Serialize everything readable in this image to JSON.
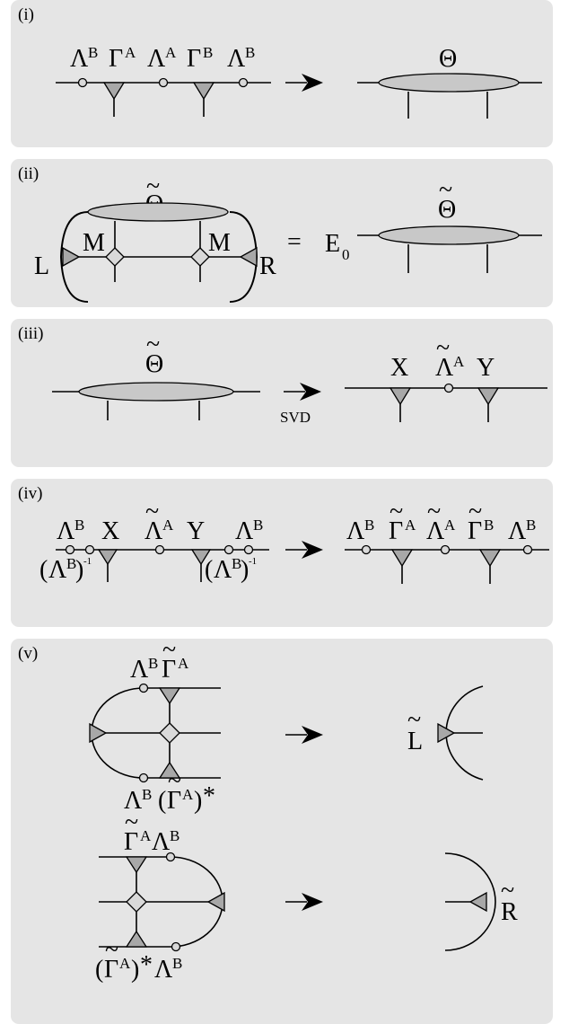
{
  "panels": [
    {
      "label": "(i)"
    },
    {
      "label": "(ii)"
    },
    {
      "label": "(iii)"
    },
    {
      "label": "(iv)"
    },
    {
      "label": "(v)"
    }
  ],
  "symbols": {
    "Lambda": "Λ",
    "Gamma": "Γ",
    "Theta": "Θ",
    "tilde": "~",
    "A": "A",
    "B": "B",
    "L": "L",
    "R": "R",
    "M": "M",
    "E": "E",
    "zero": "0",
    "equals": "=",
    "X": "X",
    "Y": "Y",
    "svd": "SVD",
    "inv": "-1",
    "lparen": "(",
    "rparen": ")",
    "star": "*"
  },
  "colors": {
    "panel": "#e5e5e5",
    "ellipse": "#c8c8c8",
    "shape": "#a8a8a8",
    "node": "#d9d9d9"
  }
}
